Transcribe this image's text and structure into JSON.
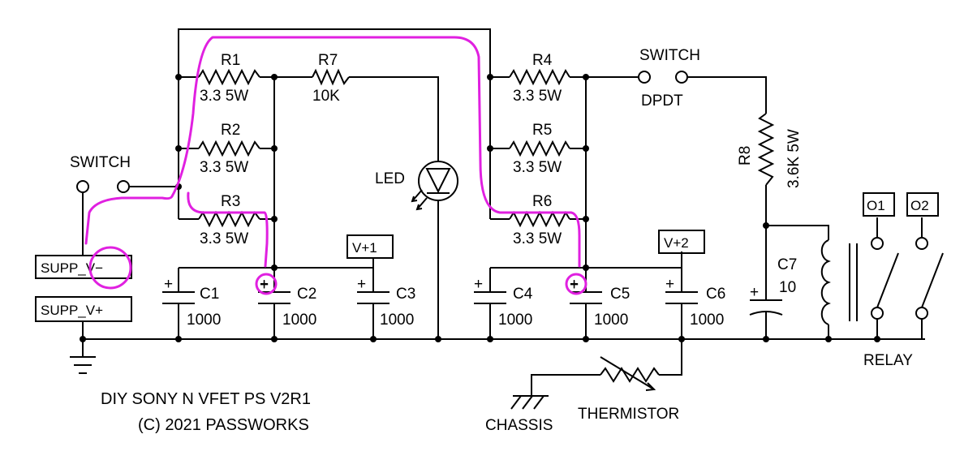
{
  "components": {
    "r1": {
      "ref": "R1",
      "value": "3.3 5W"
    },
    "r2": {
      "ref": "R2",
      "value": "3.3 5W"
    },
    "r3": {
      "ref": "R3",
      "value": "3.3 5W"
    },
    "r4": {
      "ref": "R4",
      "value": "3.3 5W"
    },
    "r5": {
      "ref": "R5",
      "value": "3.3 5W"
    },
    "r6": {
      "ref": "R6",
      "value": "3.3 5W"
    },
    "r7": {
      "ref": "R7",
      "value": "10K"
    },
    "r8": {
      "ref": "R8",
      "value": "3.6K 5W"
    },
    "c1": {
      "ref": "C1",
      "value": "1000"
    },
    "c2": {
      "ref": "C2",
      "value": "1000"
    },
    "c3": {
      "ref": "C3",
      "value": "1000"
    },
    "c4": {
      "ref": "C4",
      "value": "1000"
    },
    "c5": {
      "ref": "C5",
      "value": "1000"
    },
    "c6": {
      "ref": "C6",
      "value": "1000"
    },
    "c7": {
      "ref": "C7",
      "value": "10"
    },
    "led": "LED",
    "switch_left": "SWITCH",
    "switch_right": "SWITCH",
    "switch_right_type": "DPDT",
    "relay": "RELAY",
    "thermistor": "THERMISTOR",
    "chassis": "CHASSIS"
  },
  "nets": {
    "supp_vm": "SUPP_V−",
    "supp_vp": "SUPP_V+",
    "vp1": "V+1",
    "vp2": "V+2",
    "o1": "O1",
    "o2": "O2"
  },
  "title": {
    "line1": "DIY SONY N VFET PS V2R1",
    "line2": "(C) 2021 PASSWORKS"
  },
  "symbols": {
    "plus": "+"
  },
  "colors": {
    "wire": "#000000",
    "annotation": "#e020e0"
  }
}
